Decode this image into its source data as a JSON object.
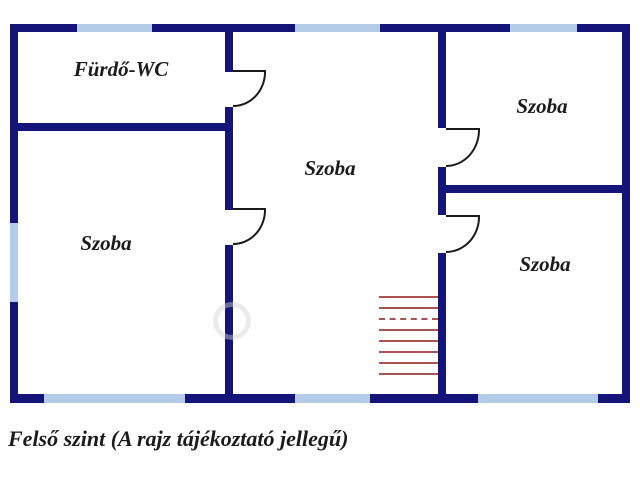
{
  "floorplan": {
    "caption": "Felső szint (A rajz tájékoztató jellegű)",
    "rooms": [
      {
        "id": "furdo-wc",
        "label": "Fürdő-WC"
      },
      {
        "id": "szoba-middle",
        "label": "Szoba"
      },
      {
        "id": "szoba-top-right",
        "label": "Szoba"
      },
      {
        "id": "szoba-bottom-left",
        "label": "Szoba"
      },
      {
        "id": "szoba-bottom-right",
        "label": "Szoba"
      }
    ],
    "stairs": {
      "step_count": 8,
      "dashed_step_index": 2
    },
    "colors": {
      "wall": "#141479",
      "window": "#b5cce9",
      "stair": "#a85252",
      "door": "#1a1a1a",
      "text": "#1b1b1b",
      "bg": "#ffffff"
    }
  }
}
